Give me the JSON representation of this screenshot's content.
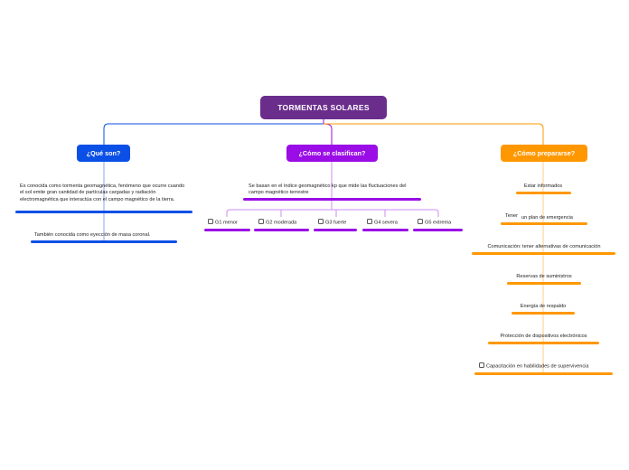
{
  "colors": {
    "root": "#6b2d8c",
    "blue": "#0a4fe6",
    "purple": "#9a0de6",
    "orange": "#ff9800",
    "blue_line": "#88a6f2",
    "purple_line": "#cc8ef2",
    "orange_line": "#ffcf8a"
  },
  "root": {
    "title": "TORMENTAS SOLARES"
  },
  "branches": {
    "que_son": {
      "title": "¿Qué son?",
      "items": [
        "Es conocida como tormenta geomagnética, fenómeno que ocurre cuando el sol emite gran cantidad de partículas cargadas y radiación electromagnética que interactúa con el campo magnético de la tierra.",
        "También conocida como eyección de masa coronal."
      ]
    },
    "como_clasifican": {
      "title": "¿Cómo se clasifican?",
      "description": "Se basan en el índice geomagnético kp que mide las fluctuaciones del campo magnético terrestre",
      "levels": [
        "G1 menor",
        "G2 moderada",
        "G3 fuerte",
        "G4 severa",
        "G5 extrema"
      ]
    },
    "como_prepararse": {
      "title": "¿Cómo prepararse?",
      "items": [
        "Estar informados",
        "un plan de emergencia",
        "Comunicación: tener alternativas de comunicación",
        "Reservas de suministros",
        "Energía de respaldo",
        "Protección de dispositivos electrónicos",
        "Capacitación en habilidades de supervivencia"
      ],
      "tener_label": "Tener"
    }
  }
}
